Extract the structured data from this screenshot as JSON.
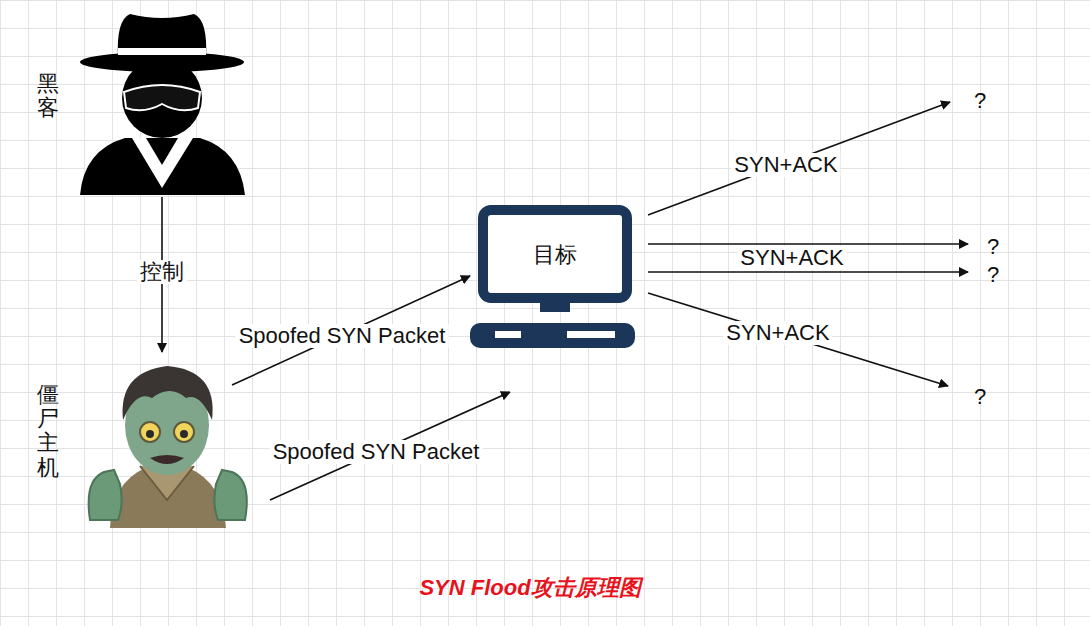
{
  "diagram": {
    "caption": "SYN Flood攻击原理图",
    "nodes": [
      {
        "text": [
          "黑客"
        ]
      },
      {
        "text": [
          "僵尸主机"
        ]
      },
      {
        "text": [
          "目标"
        ]
      },
      {
        "text": [
          "?"
        ]
      },
      {
        "text": [
          "?"
        ]
      },
      {
        "text": [
          "?"
        ]
      },
      {
        "text": [
          "?"
        ]
      }
    ],
    "edges": [
      {
        "from": 0,
        "to": 1,
        "arrow": "to",
        "label": "控制"
      },
      {
        "from": 1,
        "to": 2,
        "arrow": "to",
        "label": "Spoofed SYN Packet"
      },
      {
        "from": 1,
        "to": 2,
        "arrow": "to",
        "label": "Spoofed SYN Packet"
      },
      {
        "from": 2,
        "to": 3,
        "arrow": "to",
        "label": "SYN+ACK"
      },
      {
        "from": 2,
        "to": 4,
        "arrow": "to"
      },
      {
        "from": 2,
        "to": 5,
        "arrow": "to",
        "label": "SYN+ACK"
      },
      {
        "from": 2,
        "to": 6,
        "arrow": "to",
        "label": "SYN+ACK"
      }
    ]
  }
}
